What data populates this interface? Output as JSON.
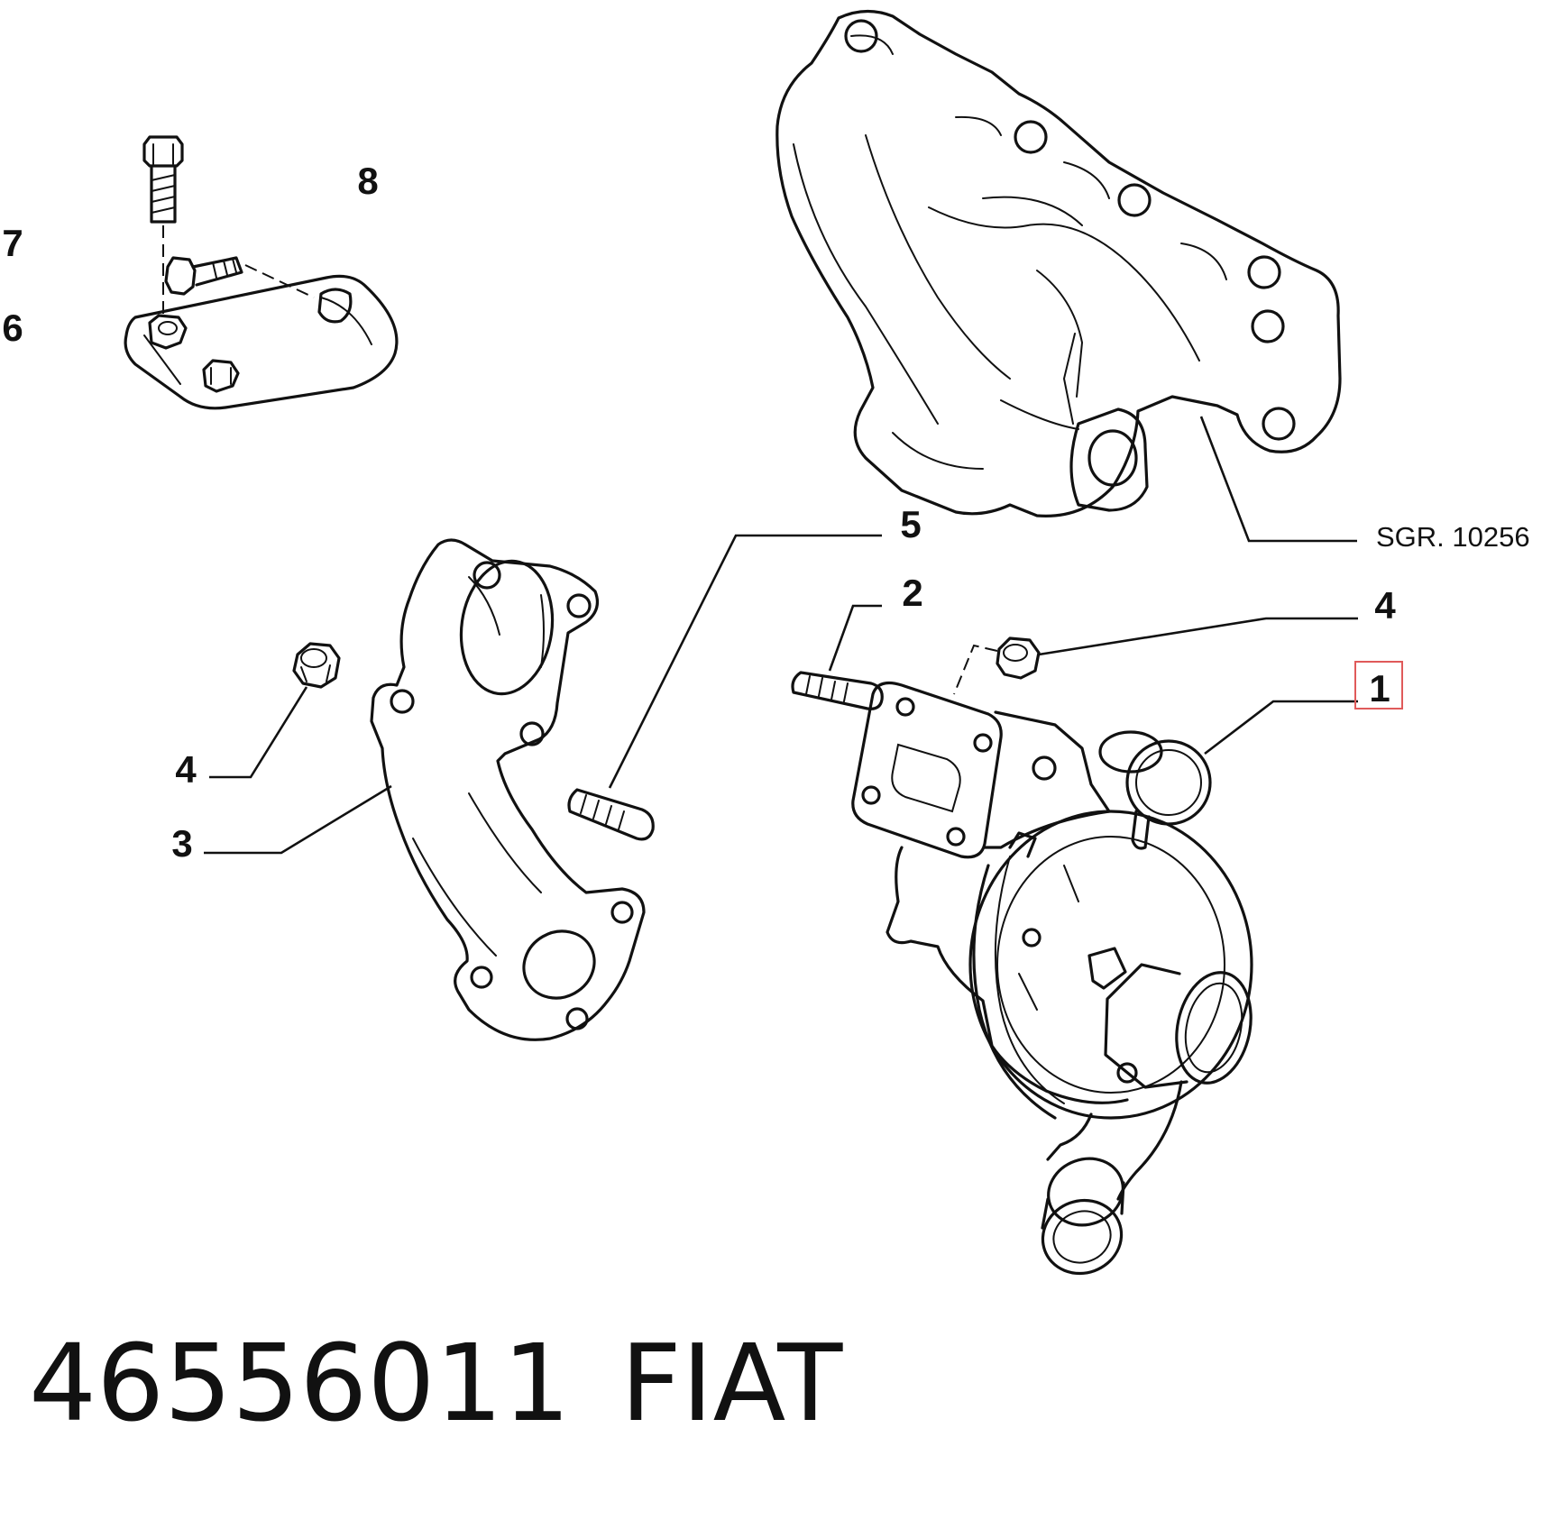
{
  "callouts": {
    "c1": "1",
    "c2": "2",
    "c3": "3",
    "c4a": "4",
    "c4b": "4",
    "c5": "5",
    "c6": "6",
    "c7": "7",
    "c8": "8",
    "ref": "SGR. 10256"
  },
  "highlighted_callout": "1",
  "highlight_color": "#e05a5a",
  "footer": {
    "part_number": "46556011",
    "brand": "FIAT"
  }
}
